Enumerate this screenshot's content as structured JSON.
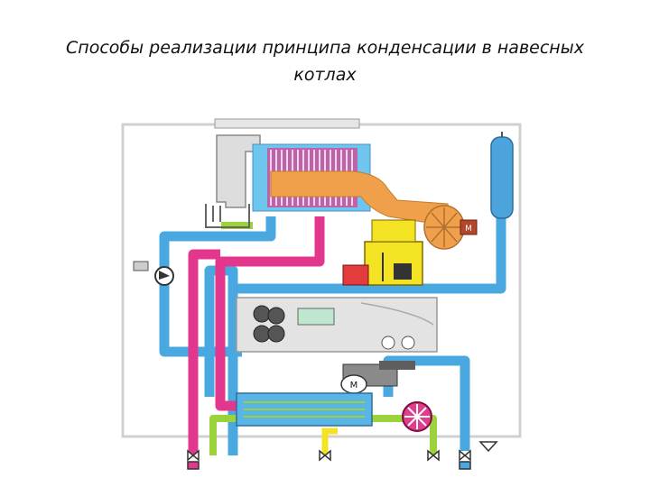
{
  "title": "Способы реализации принципа конденсации в навесных котлах",
  "diagram": {
    "components": [
      {
        "name": "burner-heat-exchanger",
        "color": "#6ec6ef"
      },
      {
        "name": "gas-valve",
        "color": "#f4e323"
      },
      {
        "name": "expansion-vessel",
        "color": "#4ba4dc"
      },
      {
        "name": "control-panel",
        "color": "#d9d9d9"
      },
      {
        "name": "plate-heat-exchanger",
        "color": "#5bb4e6"
      },
      {
        "name": "circulation-pump",
        "color": "#e23c8c"
      },
      {
        "name": "diverter-valve",
        "color": "#8a8a8a"
      }
    ],
    "pipes": {
      "flow_hot": "#e2378c",
      "return_cold": "#4aa8e0",
      "dhw_cold_in": "#9ad43a",
      "gas": "#f4e323",
      "flue": "#f0a04b"
    },
    "labels": {
      "fan_motor": "M",
      "valve_motor": "M"
    }
  }
}
